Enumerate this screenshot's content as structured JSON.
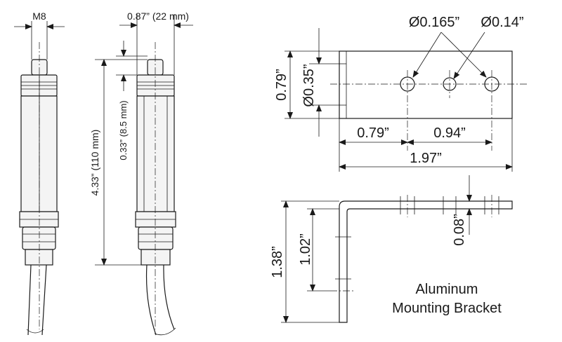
{
  "sensor": {
    "thread_label": "M8",
    "width_label": "0.87” (22 mm)",
    "length_label": "4.33” (110 mm)",
    "offset_label": "0.33” (8.5 mm)"
  },
  "bracket_top": {
    "hole_large_label": "Ø0.165”",
    "hole_small_label": "Ø0.14”",
    "height_label": "0.79”",
    "hole_center_label": "Ø0.35”",
    "left_offset_label": "0.79”",
    "spacing_label": "0.94”",
    "total_width_label": "1.97”"
  },
  "bracket_side": {
    "total_height_label": "1.38”",
    "inner_height_label": "1.02”",
    "thickness_label": "0.08”",
    "caption_line1": "Aluminum",
    "caption_line2": "Mounting Bracket"
  }
}
